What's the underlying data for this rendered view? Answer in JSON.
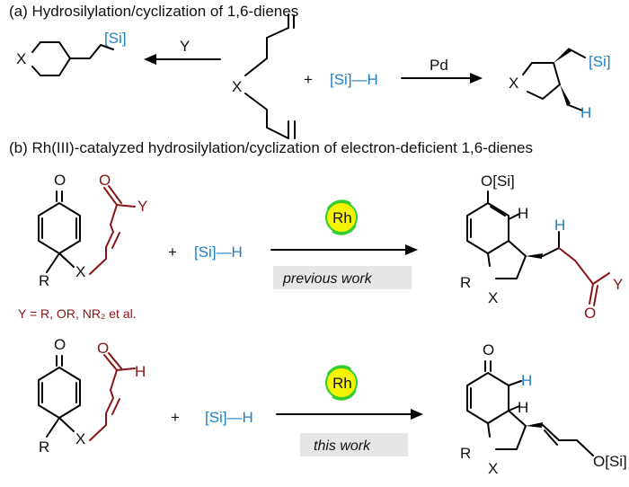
{
  "section_a": {
    "title": "(a) Hydrosilylation/cyclization of 1,6-dienes",
    "arrow_left_label": "Y",
    "arrow_right_label": "Pd",
    "plus": "+",
    "reagent": "[Si]—H",
    "atom_X": "X",
    "atom_Si": "[Si]",
    "atom_H": "H"
  },
  "section_b": {
    "title": "(b) Rh(III)-catalyzed hydrosilylation/cyclization of electron-deficient 1,6-dienes",
    "catalyst": "Rh",
    "reagent": "[Si]—H",
    "plus": "+",
    "previous_label": "previous work",
    "this_label": "this work",
    "y_definition": "Y = R, OR, NR₂ et al.",
    "atom_O": "O",
    "atom_Y": "Y",
    "atom_R": "R",
    "atom_X": "X",
    "atom_H": "H",
    "osi": "O[Si]"
  },
  "colors": {
    "silicon_blue": "#1e7fc4",
    "carbonyl_red": "#8a1414",
    "catalyst_fill": "#f4f400",
    "catalyst_arrows": "#33cc33",
    "label_box": "#e6e6e6"
  },
  "icons": [
    "catalyst-cycle-icon"
  ]
}
